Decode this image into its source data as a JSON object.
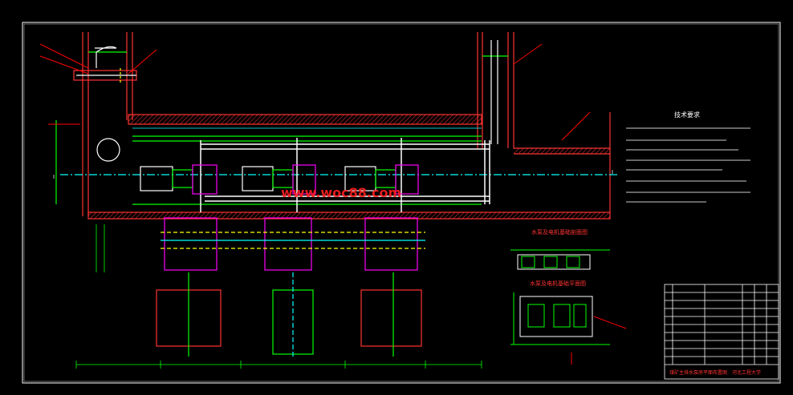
{
  "watermark": "www.woc88.com",
  "tech_notes_title": "技术要求",
  "detail_titles": {
    "section": "水泵及电机基础剖面图",
    "plan": "水泵及电机基础平面图"
  },
  "title_block": {
    "drawing_title": "煤矿主排水泵房平面布置图",
    "university": "河北工程大学"
  },
  "section_marks": {
    "left": "I",
    "right": "I"
  },
  "colors": {
    "background": "#000000",
    "frame": "#ffffff",
    "walls": "#00ff00",
    "hatch": "#ff3333",
    "pipe": "#ffffff",
    "dims": "#00ffff",
    "leader": "#ff0000",
    "pump": "#ff00ff",
    "text_yellow": "#ffff00",
    "watermark": "#ff2020"
  }
}
